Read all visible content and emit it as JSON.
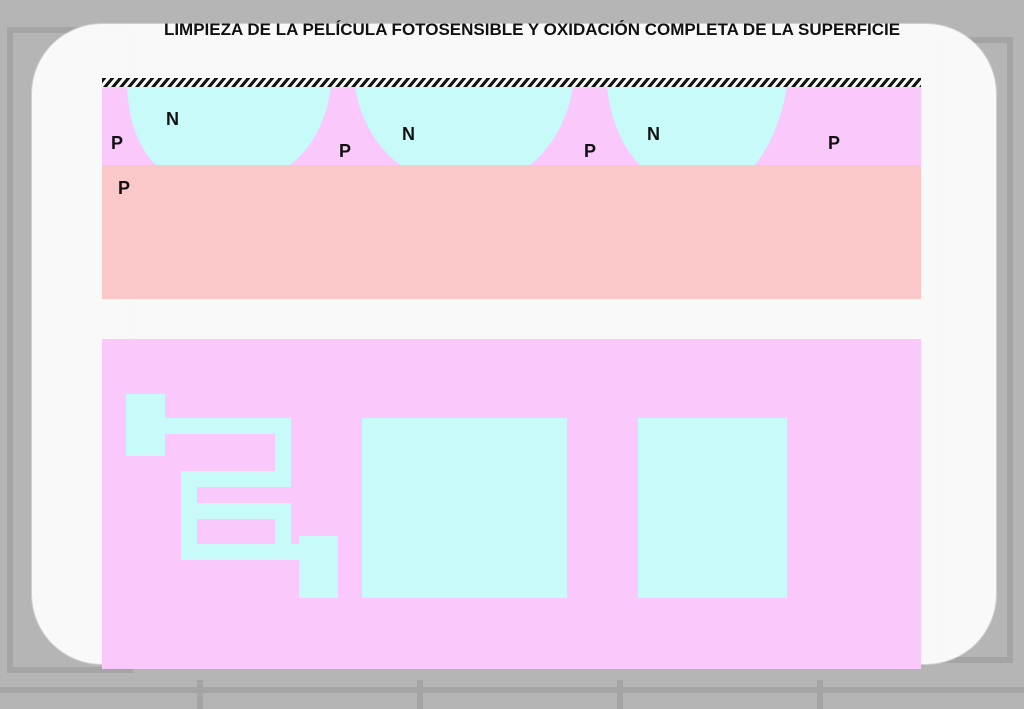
{
  "title": "LIMPIEZA DE LA PELÍCULA FOTOSENSIBLE Y OXIDACIÓN COMPLETA DE LA SUPERFICIE",
  "cross_section": {
    "n_labels": [
      "N",
      "N",
      "N"
    ],
    "p_labels": [
      "P",
      "P",
      "P",
      "P"
    ],
    "substrate_label": "P"
  },
  "colors": {
    "background": "#b9b9b9",
    "slide": "#ffffff",
    "p_region": "#fac8fa",
    "n_region": "#c8fafa",
    "substrate": "#fac8c8",
    "oxide_hatch": "#111111"
  }
}
